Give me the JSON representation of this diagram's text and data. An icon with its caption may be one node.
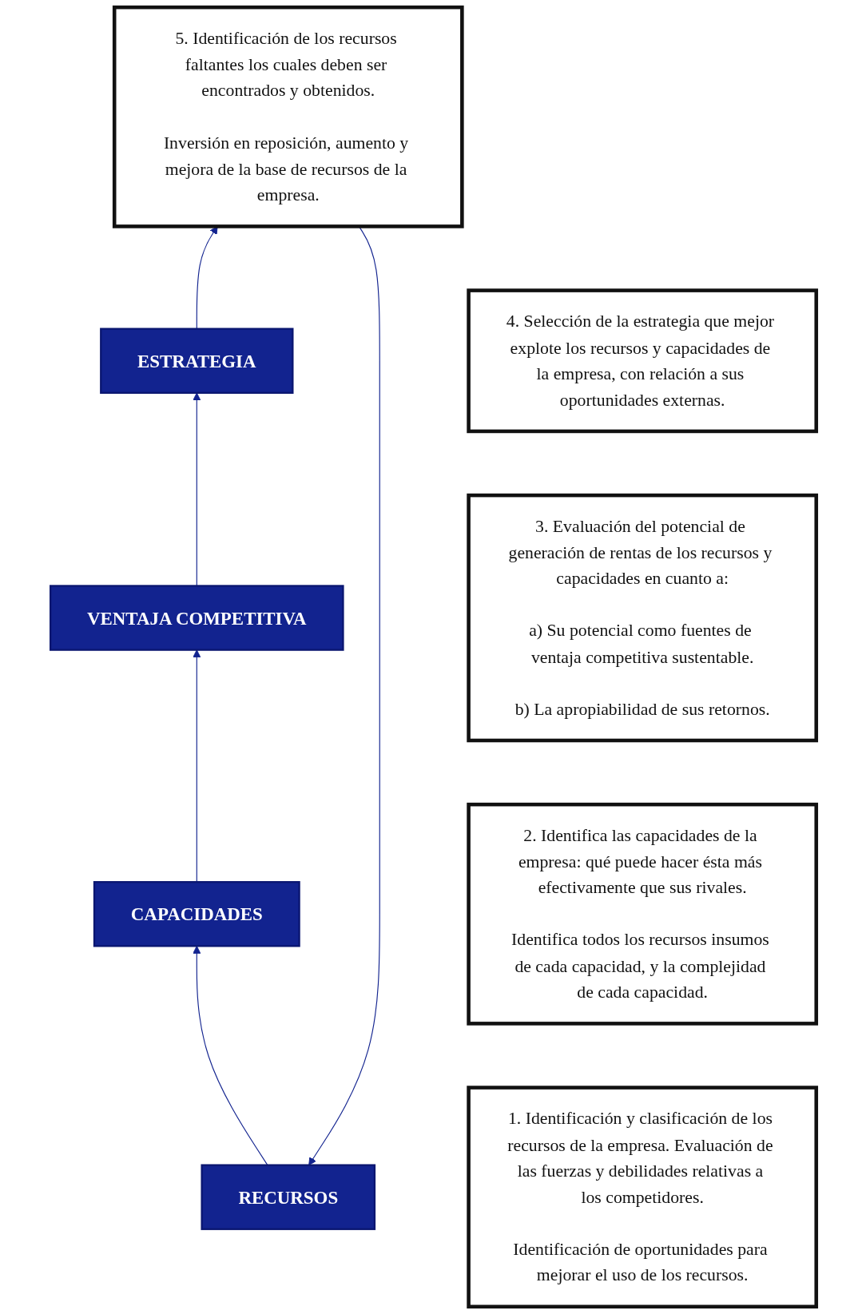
{
  "diagram": {
    "nodes": [
      {
        "text": [
          "4. Selección de la estrategia que mejor explote los recursos y capacidades de la empresa, con relación a sus oportunidades externas."
        ]
      },
      {
        "text": [
          "ESTRATEGIA"
        ]
      },
      {
        "text": [
          "3. Evaluación del potencial de generación de rentas de los recursos y capacidades en cuanto a:",
          "a) Su potencial como fuentes de ventaja competitiva sustentable.",
          "b) La apropiabilidad de sus retornos."
        ]
      },
      {
        "text": [
          "VENTAJA COMPETITIVA"
        ]
      },
      {
        "text": [
          "5. Identificación de los recursos faltantes los cuales deben ser encontrados y obtenidos.",
          "Inversión en reposición, aumento y mejora de la base de recursos de la empresa."
        ]
      },
      {
        "text": [
          "2. Identifica las capacidades de la empresa: qué puede hacer ésta más efectivamente que sus rivales.",
          "Identifica todos los recursos insumos de cada capacidad, y la complejidad de cada capacidad."
        ]
      },
      {
        "text": [
          "CAPACIDADES"
        ]
      },
      {
        "text": [
          "1. Identificación y clasificación de los recursos de la empresa. Evaluación de las fuerzas y debilidades relativas a los competidores.",
          "Identificación de oportunidades para mejorar el uso de los recursos."
        ]
      },
      {
        "text": [
          "RECURSOS"
        ]
      }
    ],
    "edges": [
      {
        "from": 8,
        "to": 6,
        "arrow": "to"
      },
      {
        "from": 6,
        "to": 3,
        "arrow": "to"
      },
      {
        "from": 3,
        "to": 1,
        "arrow": "to"
      },
      {
        "from": 1,
        "to": 4,
        "arrow": "to"
      },
      {
        "from": 4,
        "to": 8,
        "arrow": "to"
      }
    ]
  }
}
